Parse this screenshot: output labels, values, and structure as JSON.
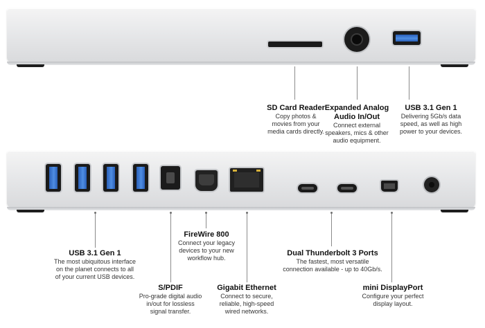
{
  "callouts": {
    "sd_card": {
      "title": "SD Card Reader",
      "lines": [
        "Copy photos &",
        "movies from your",
        "media cards directly."
      ]
    },
    "audio": {
      "title_lines": [
        "Expanded Analog",
        "Audio In/Out"
      ],
      "lines": [
        "Connect external",
        "speakers, mics & other",
        "audio equipment."
      ]
    },
    "usb_front": {
      "title": "USB 3.1 Gen 1",
      "lines": [
        "Delivering 5Gb/s data",
        "speed, as well as high",
        "power to your devices."
      ]
    },
    "usb_rear": {
      "title": "USB 3.1 Gen 1",
      "lines": [
        "The most ubiquitous interface",
        "on the planet connects to all",
        "of your current USB devices."
      ]
    },
    "firewire": {
      "title": "FireWire 800",
      "lines": [
        "Connect your legacy",
        "devices to your new",
        "workflow hub."
      ]
    },
    "spdif": {
      "title": "S/PDIF",
      "lines": [
        "Pro-grade digital audio",
        "in/out for lossless",
        "signal transfer."
      ]
    },
    "ethernet": {
      "title": "Gigabit Ethernet",
      "lines": [
        "Connect to secure,",
        "reliable, high-speed",
        "wired networks."
      ]
    },
    "thunderbolt": {
      "title": "Dual Thunderbolt 3 Ports",
      "lines": [
        "The fastest, most versatile",
        "connection available - up to 40Gb/s."
      ]
    },
    "displayport": {
      "title": "mini DisplayPort",
      "lines": [
        "Configure your perfect",
        "display layout."
      ]
    }
  },
  "icons": {
    "usb_port": "usb-port-icon",
    "sd_slot": "sd-card-slot-icon",
    "audio_jack": "audio-jack-icon",
    "spdif_port": "spdif-port-icon",
    "firewire_port": "firewire-port-icon",
    "ethernet_port": "ethernet-port-icon",
    "thunderbolt_port": "thunderbolt-port-icon",
    "displayport_port": "mini-displayport-icon",
    "power_port": "dc-power-port-icon"
  },
  "colors": {
    "usb_blue": "#3a74cf",
    "chassis": "#e4e5e7",
    "port_black": "#1a1a1a"
  }
}
